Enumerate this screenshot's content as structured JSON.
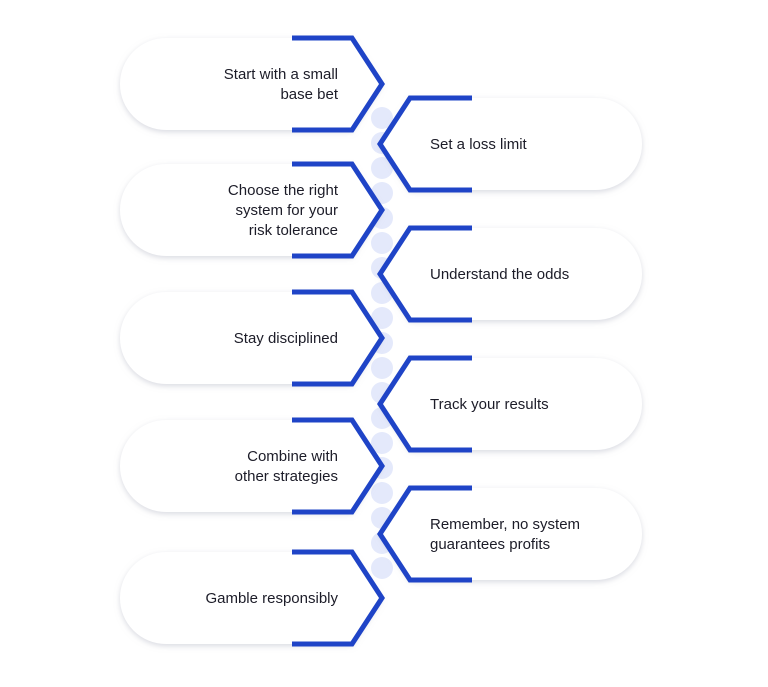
{
  "colors": {
    "accent": "#1f44c7",
    "pill_fill": "#ffffff",
    "pill_shadow": "#d4d6de",
    "connector": "#e4e9fb",
    "text": "#1c1c28"
  },
  "steps": {
    "left": [
      {
        "lines": [
          "Start with a small",
          "base bet"
        ]
      },
      {
        "lines": [
          "Choose the right",
          "system for your",
          "risk tolerance"
        ]
      },
      {
        "lines": [
          "Stay disciplined"
        ]
      },
      {
        "lines": [
          "Combine with",
          "other strategies"
        ]
      },
      {
        "lines": [
          "Gamble responsibly"
        ]
      }
    ],
    "right": [
      {
        "lines": [
          "Set a loss limit"
        ]
      },
      {
        "lines": [
          "Understand the odds"
        ]
      },
      {
        "lines": [
          "Track your results"
        ]
      },
      {
        "lines": [
          "Remember, no system",
          "guarantees profits"
        ]
      }
    ]
  }
}
